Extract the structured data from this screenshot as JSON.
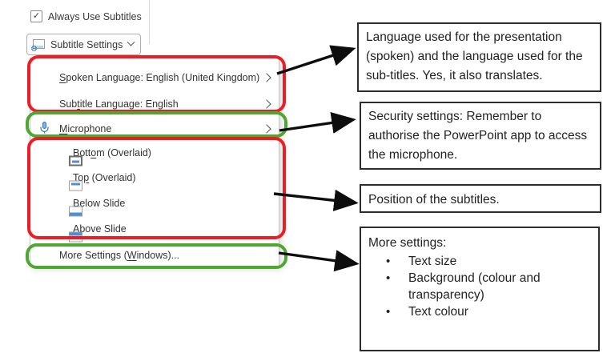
{
  "ribbon": {
    "checkbox_label": "Always Use Subtitles",
    "check_glyph": "✓",
    "button_label": "Subtitle Settings",
    "gear_glyph": "⚙"
  },
  "menu": {
    "items": [
      {
        "pre": "",
        "key": "S",
        "post": "poken Language: English (United Kingdom)",
        "has_submenu": true
      },
      {
        "pre": "Sub",
        "key": "t",
        "post": "itle Language: English",
        "has_submenu": true
      },
      {
        "pre": "",
        "key": "M",
        "post": "icrophone",
        "has_submenu": true
      },
      {
        "pre": "Bott",
        "key": "o",
        "post": "m (Overlaid)"
      },
      {
        "pre": "To",
        "key": "p",
        "post": " (Overlaid)"
      },
      {
        "pre": "",
        "key": "B",
        "post": "elow Slide"
      },
      {
        "pre": "",
        "key": "A",
        "post": "bove Slide"
      },
      {
        "pre": "More Settings (",
        "key": "W",
        "post": "indows)..."
      }
    ]
  },
  "callouts": {
    "language": "Language used for the presentation (spoken) and the language used for the sub-titles. Yes, it also translates.",
    "microphone": "Security settings: Remember to authorise the PowerPoint app to access the microphone.",
    "position": "Position of the subtitles.",
    "more_title": "More settings:",
    "more_bullets": [
      "Text size",
      "Background (colour and transparency)",
      "Text colour"
    ]
  },
  "colors": {
    "annotation_red": "#ee1c25",
    "annotation_green": "#4ea72e",
    "icon_blue": "#2e74d6",
    "position_bar_blue": "#4d8fd6",
    "arrow_black": "#0d0d0d"
  }
}
